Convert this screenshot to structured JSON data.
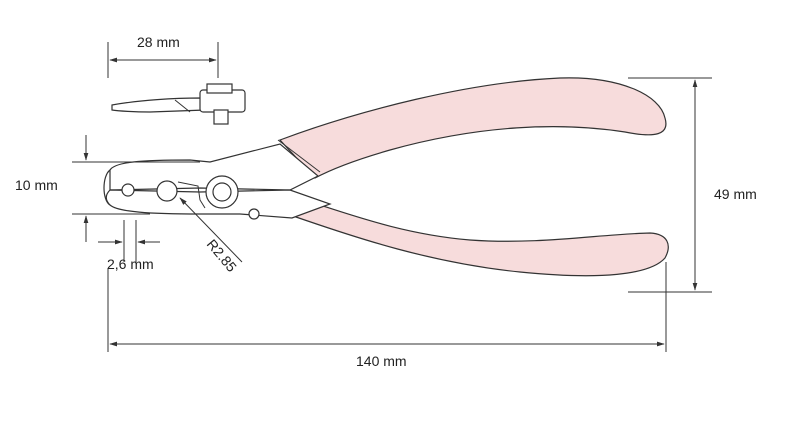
{
  "dimensions": {
    "head_width": "28 mm",
    "jaw_thickness": "10 mm",
    "tip_gap": "2,6 mm",
    "radius": "R2.85",
    "handle_height": "49 mm",
    "total_length": "140 mm"
  },
  "colors": {
    "line": "#333333",
    "handle_fill": "#f7dcdc",
    "background": "#ffffff"
  }
}
